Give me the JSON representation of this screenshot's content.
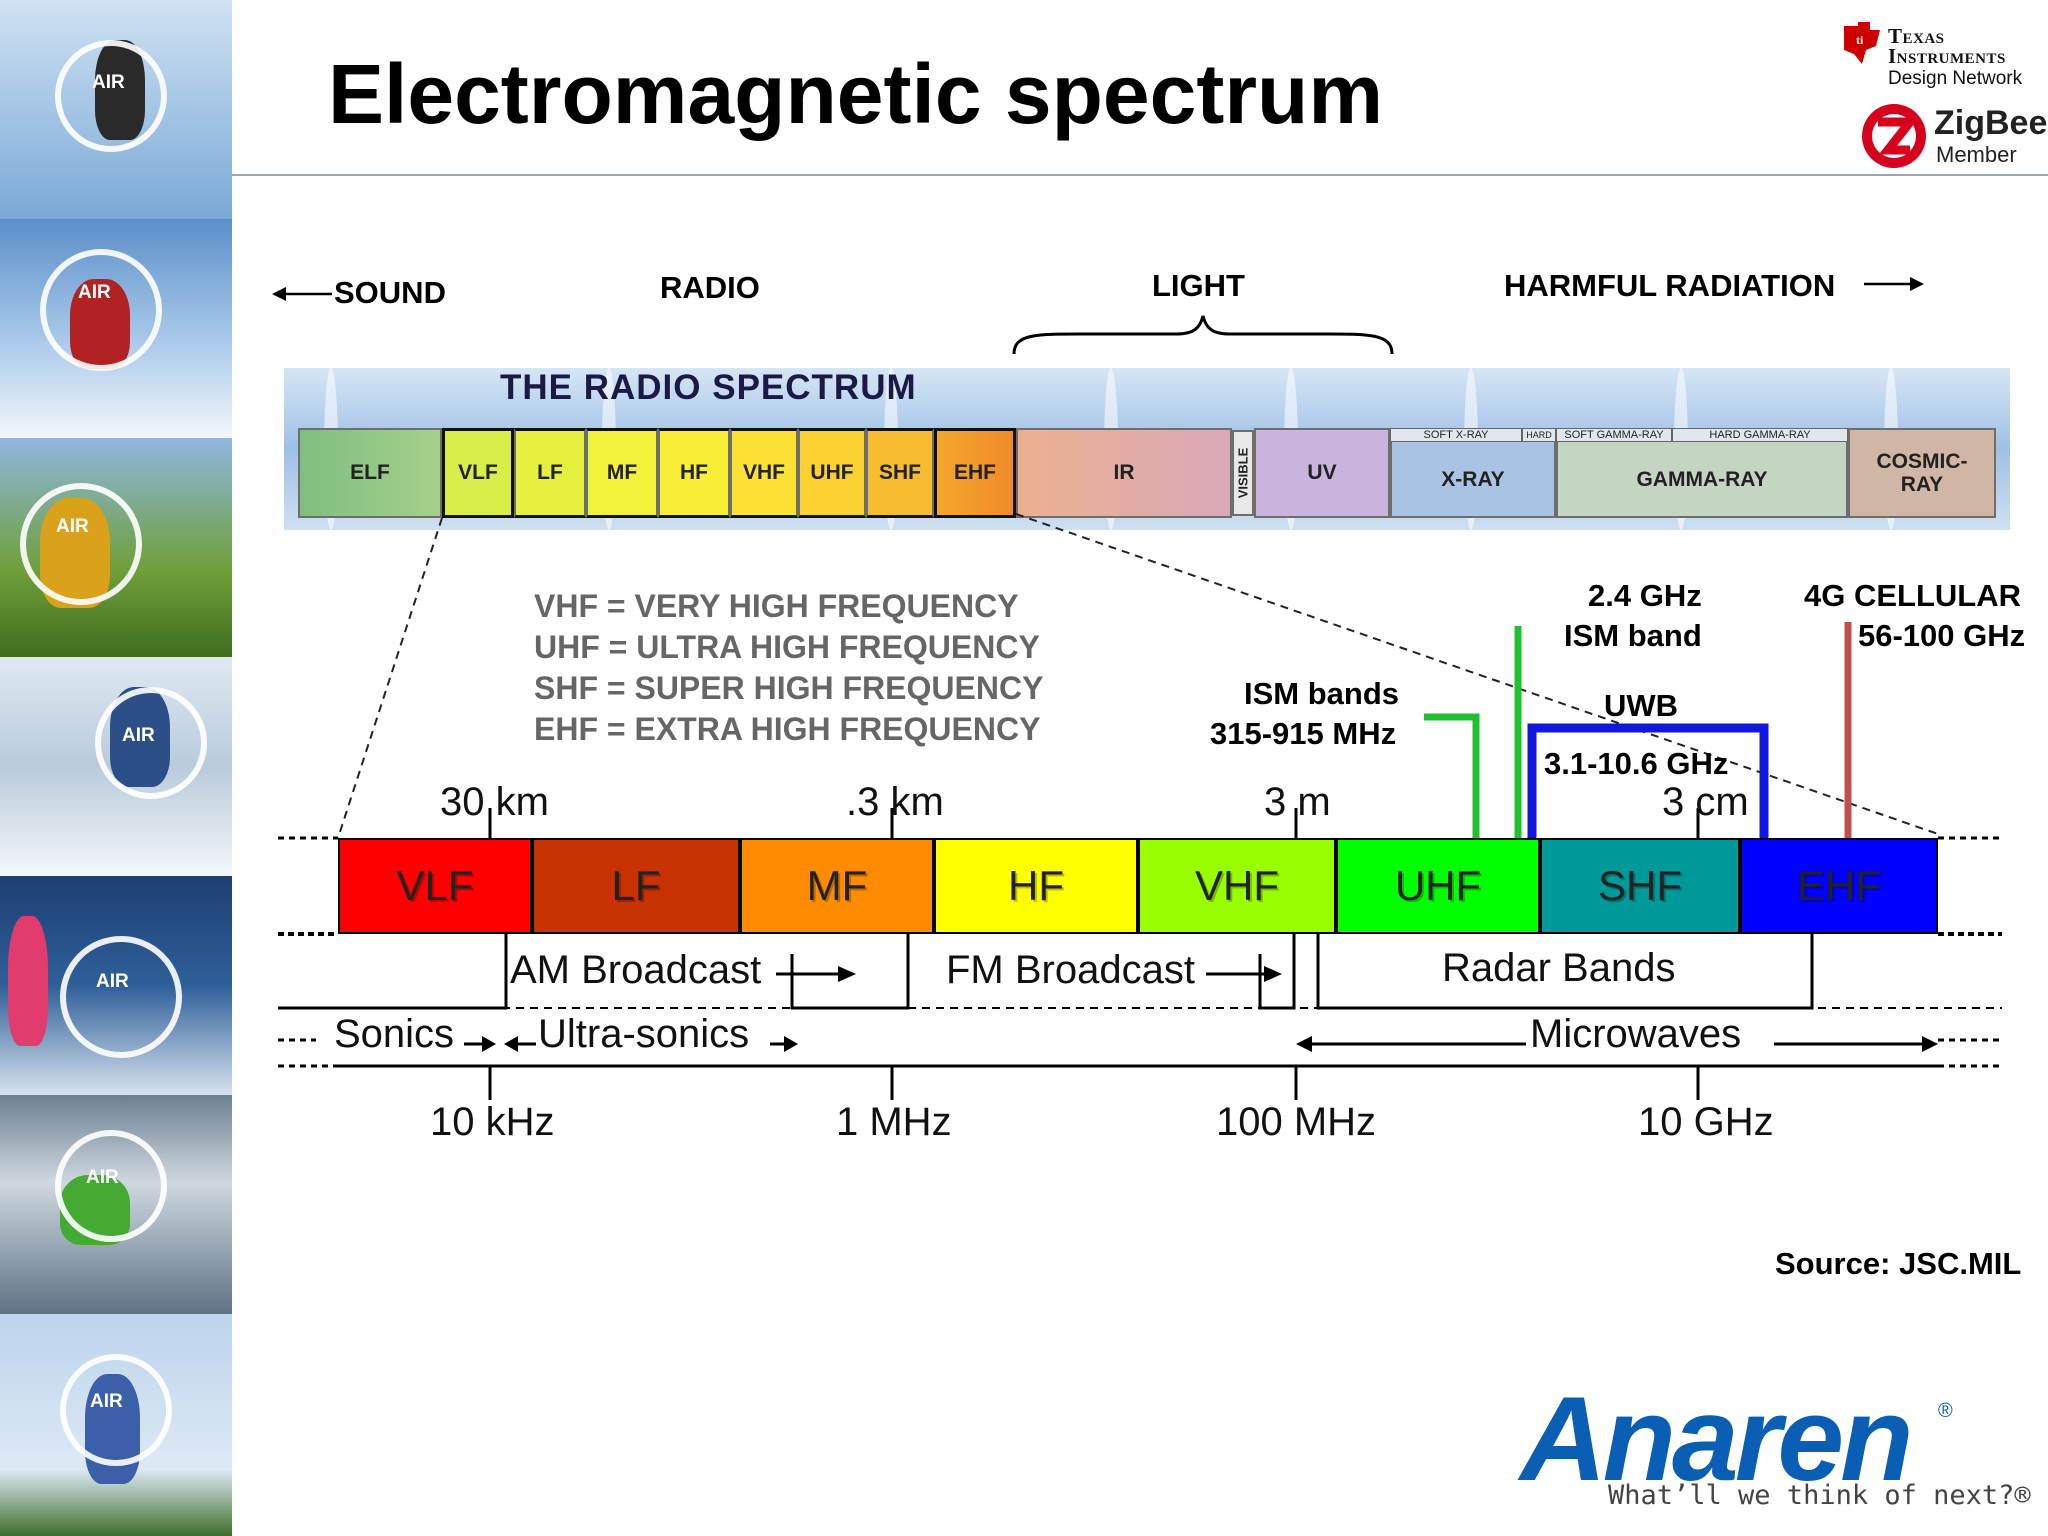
{
  "title": "Electromagnetic spectrum",
  "logos": {
    "ti_line1": "Texas",
    "ti_line2": "Instruments",
    "ti_line3": "Design Network",
    "zigbee_name": "ZigBee",
    "zigbee_member": "Member",
    "anaren_name": "Anaren",
    "anaren_reg": "®",
    "anaren_tagline": "What’ll we think of next?®",
    "sidebar_badge": "AIR"
  },
  "categories": {
    "sound": "SOUND",
    "radio": "RADIO",
    "light": "LIGHT",
    "harmful": "HARMFUL RADIATION"
  },
  "radio_spectrum": {
    "title": "THE  RADIO  SPECTRUM",
    "bands": [
      "ELF",
      "VLF",
      "LF",
      "MF",
      "HF",
      "VHF",
      "UHF",
      "SHF",
      "EHF",
      "IR",
      "UV",
      "X-RAY",
      "GAMMA-RAY",
      "COSMIC-\nRAY"
    ],
    "visible": "VISIBLE",
    "sub_bands": [
      "SOFT X-RAY",
      "HARD",
      "SOFT GAMMA-RAY",
      "HARD GAMMA-RAY"
    ]
  },
  "abbreviations": [
    "VHF = VERY HIGH FREQUENCY",
    "UHF = ULTRA HIGH FREQUENCY",
    "SHF = SUPER HIGH FREQUENCY",
    "EHF = EXTRA HIGH FREQUENCY"
  ],
  "annotations": {
    "ism_bands": "ISM bands",
    "ism_bands_range": "315-915 MHz",
    "ism_24_freq": "2.4 GHz",
    "ism_24_label": "ISM band",
    "uwb": "UWB",
    "uwb_range": "3.1-10.6 GHz",
    "cell_label": "4G CELLULAR",
    "cell_range": "56-100 GHz"
  },
  "wavelengths": [
    "30 km",
    ".3 km",
    "3 m",
    "3 cm"
  ],
  "detail_bands": [
    "VLF",
    "LF",
    "MF",
    "HF",
    "VHF",
    "UHF",
    "SHF",
    "EHF"
  ],
  "detail_colors": [
    "#ff0000",
    "#c83200",
    "#ff8c00",
    "#ffff00",
    "#99ff00",
    "#00ff00",
    "#009999",
    "#0000ff"
  ],
  "uses": {
    "am": "AM Broadcast",
    "fm": "FM Broadcast",
    "radar": "Radar Bands",
    "sonics": "Sonics",
    "ultrasonics": "Ultra-sonics",
    "microwaves": "Microwaves"
  },
  "frequencies": [
    "10 kHz",
    "1 MHz",
    "100 MHz",
    "10 GHz"
  ],
  "source": "Source: JSC.MIL"
}
